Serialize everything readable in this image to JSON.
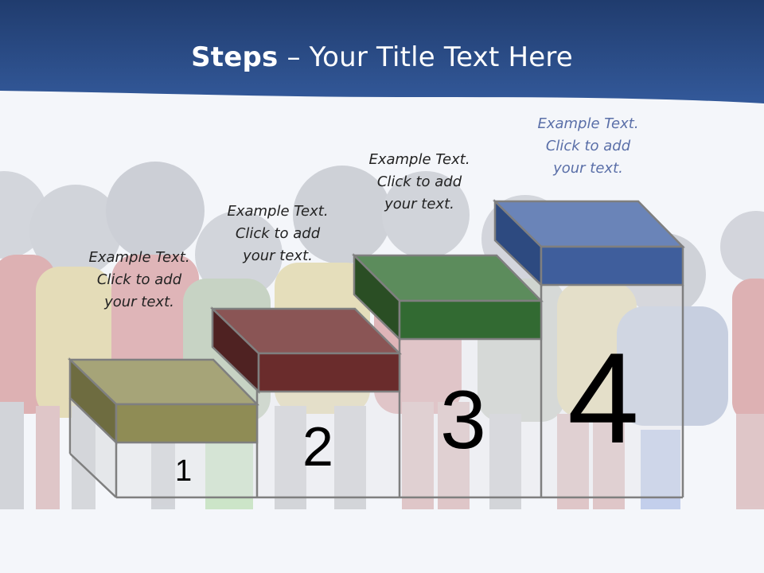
{
  "slide": {
    "title_bold": "Steps",
    "title_rest": " – Your Title Text Here",
    "colors": {
      "banner": "#2c4d86",
      "step1": "#8f8c55",
      "step2": "#6a2c2c",
      "step3": "#326a32",
      "step4": "#3f5e9c"
    }
  },
  "steps": [
    {
      "number": "1",
      "caption": [
        "Example Text.",
        "Click  to add",
        "your text."
      ]
    },
    {
      "number": "2",
      "caption": [
        "Example Text.",
        "Click  to add",
        "your text."
      ]
    },
    {
      "number": "3",
      "caption": [
        "Example Text.",
        "Click  to add",
        "your text."
      ]
    },
    {
      "number": "4",
      "caption": [
        "Example Text.",
        "Click  to add",
        "your text."
      ]
    }
  ]
}
